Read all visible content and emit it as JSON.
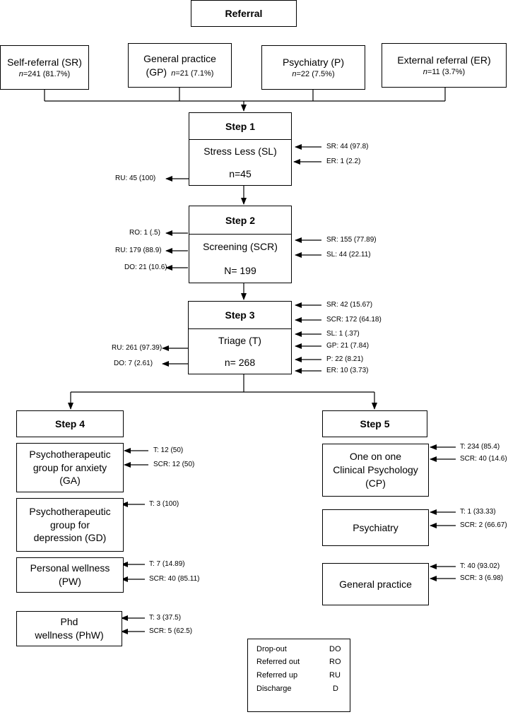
{
  "referral": {
    "title": "Referral"
  },
  "sources": [
    {
      "name": "Self-referral (SR)",
      "count": "=241 (81.7%)"
    },
    {
      "name": "General practice",
      "name2": "(GP)",
      "count": "=21 (7.1%)"
    },
    {
      "name": "Psychiatry (P)",
      "count": "=22 (7.5%)"
    },
    {
      "name": "External referral (ER)",
      "count": "=11 (3.7%)"
    }
  ],
  "count_prefix": "n",
  "step1": {
    "title": "Step 1",
    "name": "Stress Less (SL)",
    "count": "n=45",
    "inputs": [
      "SR: 44 (97.8)",
      "ER: 1 (2.2)"
    ],
    "outputs": [
      "RU: 45 (100)"
    ]
  },
  "step2": {
    "title": "Step 2",
    "name": "Screening (SCR)",
    "count": "N= 199",
    "inputs": [
      "SR: 155 (77.89)",
      "SL: 44 (22.11)"
    ],
    "outputs": [
      "RO: 1 (.5)",
      "RU: 179 (88.9)",
      "DO: 21 (10.6)"
    ]
  },
  "step3": {
    "title": "Step 3",
    "name": "Triage (T)",
    "count": "n= 268",
    "inputs": [
      "SR: 42 (15.67)",
      "SCR: 172 (64.18)",
      "SL: 1 (.37)",
      "GP: 21 (7.84)",
      "P: 22 (8.21)",
      "ER: 10 (3.73)"
    ],
    "outputs": [
      "RU: 261 (97.39)",
      "DO: 7 (2.61)"
    ]
  },
  "step4": {
    "title": "Step 4",
    "nodes": [
      {
        "lines": [
          "Psychotherapeutic",
          "group for anxiety",
          "(GA)"
        ],
        "inputs": [
          "T: 12 (50)",
          "SCR: 12 (50)"
        ]
      },
      {
        "lines": [
          "Psychotherapeutic",
          "group for",
          "depression (GD)"
        ],
        "inputs": [
          "T: 3 (100)"
        ]
      },
      {
        "lines": [
          "Personal wellness",
          "(PW)"
        ],
        "inputs": [
          "T: 7 (14.89)",
          "SCR: 40 (85.11)"
        ]
      },
      {
        "lines": [
          "Phd",
          "wellness  (PhW)"
        ],
        "inputs": [
          "T: 3 (37.5)",
          "SCR: 5 (62.5)"
        ]
      }
    ]
  },
  "step5": {
    "title": "Step 5",
    "nodes": [
      {
        "lines": [
          "One on one",
          "Clinical Psychology",
          "(CP)"
        ],
        "inputs": [
          "T: 234 (85.4)",
          "SCR: 40 (14.6)"
        ]
      },
      {
        "lines": [
          "Psychiatry"
        ],
        "inputs": [
          "T: 1 (33.33)",
          "SCR: 2 (66.67)"
        ]
      },
      {
        "lines": [
          "General practice"
        ],
        "inputs": [
          "T: 40 (93.02)",
          "SCR: 3 (6.98)"
        ]
      }
    ]
  },
  "legend": [
    {
      "term": "Drop-out",
      "abbr": "DO"
    },
    {
      "term": "Referred out",
      "abbr": "RO"
    },
    {
      "term": "Referred up",
      "abbr": "RU"
    },
    {
      "term": "Discharge",
      "abbr": "D"
    }
  ]
}
